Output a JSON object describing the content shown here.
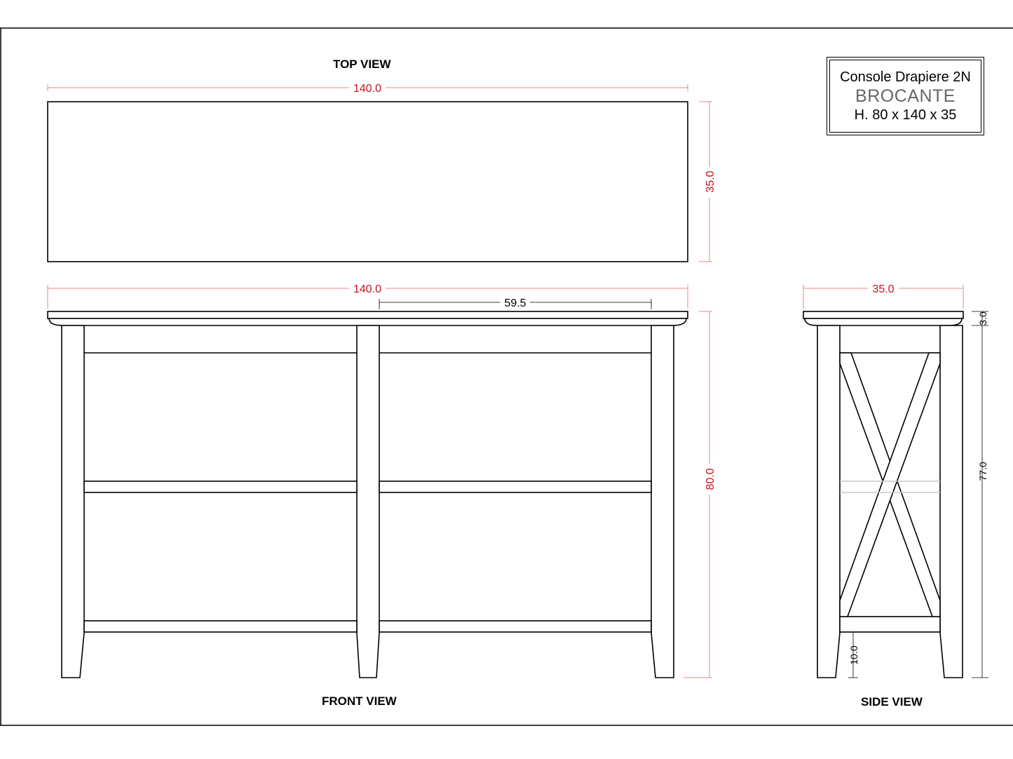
{
  "views": {
    "top": "TOP VIEW",
    "front": "FRONT VIEW",
    "side": "SIDE VIEW"
  },
  "title_block": {
    "name": "Console Drapiere 2N",
    "brand": "BROCANTE",
    "dimensions": "H. 80 x 140 x 35"
  },
  "dimensions": {
    "top_width": "140.0",
    "top_depth": "35.0",
    "front_width": "140.0",
    "front_bay": "59.5",
    "front_height": "80.0",
    "side_depth": "35.0",
    "side_top": "3.0",
    "side_body": "77.0",
    "side_foot": "10.0"
  },
  "colors": {
    "dimension_red": "#c0141c",
    "dimension_line": "#e08a8a",
    "outline": "#000000"
  }
}
